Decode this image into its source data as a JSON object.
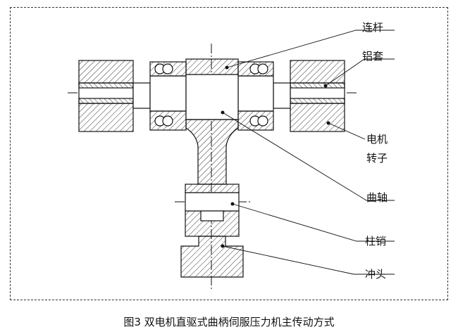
{
  "labels": {
    "connecting_rod": "连杆",
    "aluminum_sleeve": "铝套",
    "motor_rotor_line1": "电机",
    "motor_rotor_line2": "转子",
    "crankshaft": "曲轴",
    "pin": "柱销",
    "punch": "冲头"
  },
  "caption": "图3 双电机直驱式曲柄伺服压力机主传动方式",
  "colors": {
    "line": "#111111",
    "hatch": "#333333",
    "frame": "#333333"
  }
}
